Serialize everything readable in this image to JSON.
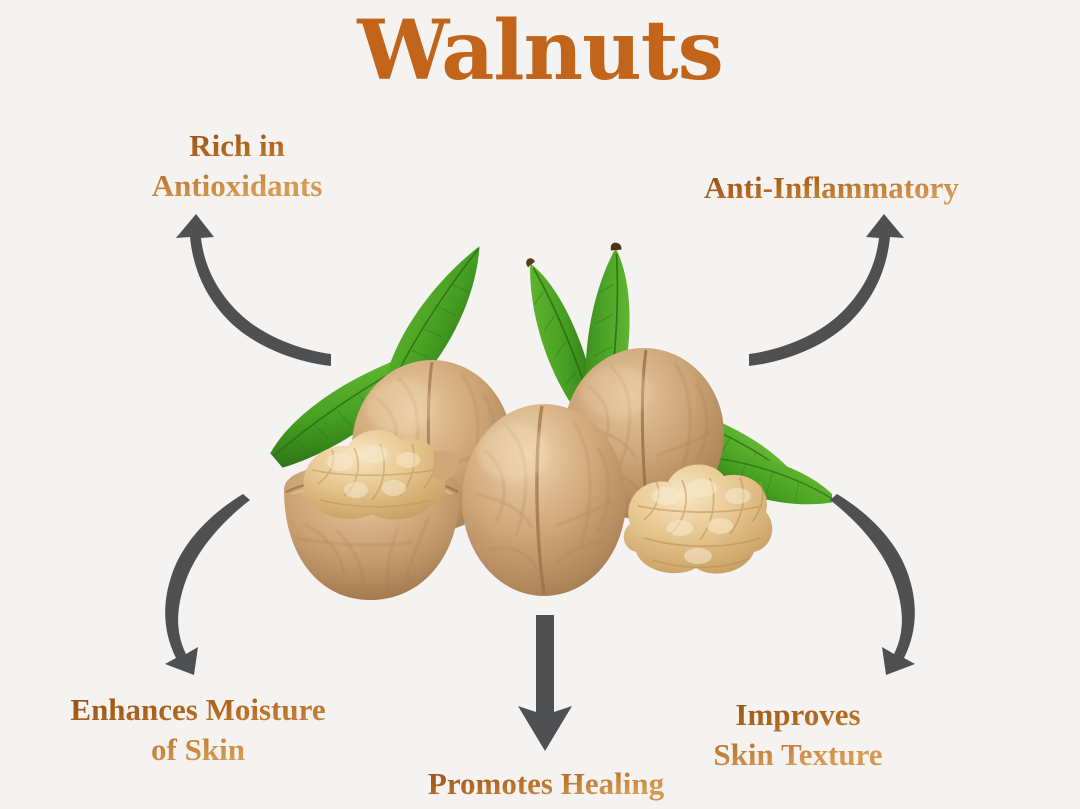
{
  "page": {
    "title": "Walnuts",
    "background_color": "#f4f3f1",
    "title_color": "#c2651b",
    "label_color": "#b0651f",
    "arrow_color": "#4f5052"
  },
  "benefits": [
    {
      "id": "rich-in-antioxidants",
      "line1": "Rich in",
      "line2": "Antioxidants",
      "position": "top-left",
      "arrow": "curved-up-left"
    },
    {
      "id": "anti-inflammatory",
      "line1": "Anti-Inflammatory",
      "line2": "",
      "position": "top-right",
      "arrow": "curved-up-right"
    },
    {
      "id": "enhances-moisture-of-skin",
      "line1": "Enhances Moisture",
      "line2": "of Skin",
      "position": "bottom-left",
      "arrow": "curved-down-left"
    },
    {
      "id": "promotes-healing",
      "line1": "Promotes Healing",
      "line2": "",
      "position": "bottom-center",
      "arrow": "straight-down"
    },
    {
      "id": "improves-skin-texture",
      "line1": "Improves",
      "line2": "Skin Texture",
      "position": "bottom-right",
      "arrow": "curved-down-right"
    }
  ],
  "artwork": {
    "subject": "walnuts-with-leaves",
    "elements": [
      "whole-walnut-left",
      "whole-walnut-right",
      "whole-walnut-front",
      "half-shell-with-kernel",
      "loose-kernel",
      "green-leaves"
    ],
    "colors": {
      "shell_light": "#e0bd92",
      "shell_mid": "#c8a071",
      "shell_dark": "#a57c4e",
      "kernel_light": "#f2dcb4",
      "kernel_mid": "#e3c28c",
      "kernel_dark": "#c79f63",
      "leaf_light": "#63b32c",
      "leaf_mid": "#3f9420",
      "leaf_dark": "#2c6e16"
    }
  }
}
